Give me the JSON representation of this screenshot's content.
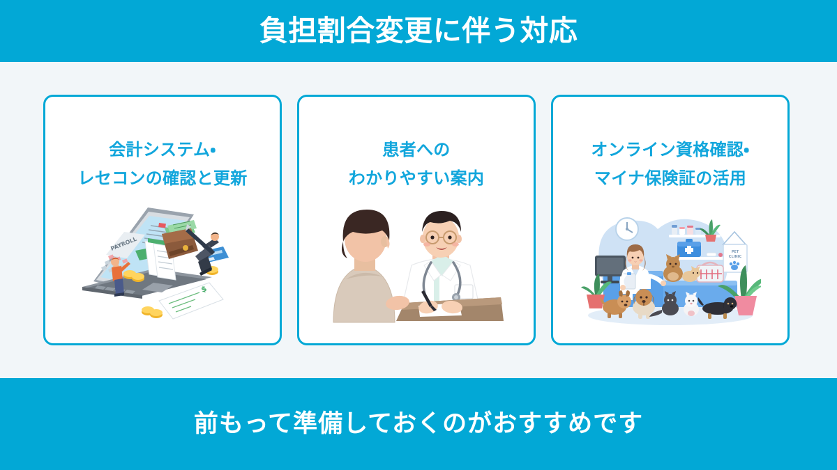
{
  "header": {
    "title": "負担割合変更に伴う対応",
    "background_color": "#02a8d6",
    "text_color": "#ffffff"
  },
  "theme": {
    "accent_color": "#02a8d6",
    "title_text_color": "#11a6dc",
    "page_background": "#f2f6f9",
    "card_background": "#ffffff",
    "card_border_color": "#02a8d6"
  },
  "cards": [
    {
      "title": "会計システム・\nレセコンの確認と更新",
      "illustration_name": "payroll-laptop-illustration",
      "illustration_alt": "ノートパソコンと給与計算・お金のアイソメトリックイラスト",
      "illustration_labels": [
        "PAYROLL"
      ]
    },
    {
      "title": "患者への\nわかりやすい案内",
      "illustration_name": "doctor-patient-consultation-illustration",
      "illustration_alt": "医師が患者に説明しているイラスト",
      "illustration_labels": []
    },
    {
      "title": "オンライン資格確認・\nマイナ保険証の活用",
      "illustration_name": "veterinary-clinic-reception-illustration",
      "illustration_alt": "動物病院の受付カウンターのイラスト",
      "illustration_labels": [
        "PET CLINIC"
      ]
    }
  ],
  "footer": {
    "text": "前もって準備しておくのがおすすめです",
    "background_color": "#02a8d6",
    "text_color": "#ffffff"
  }
}
